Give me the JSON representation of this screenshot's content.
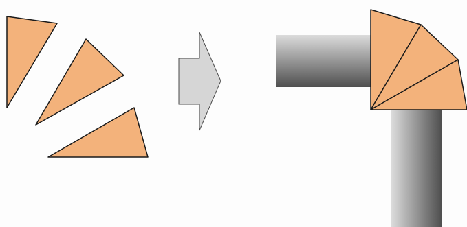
{
  "diagram": {
    "loose_pieces": [
      "triangle-piece",
      "triangle-piece",
      "triangle-piece"
    ],
    "arrow": "right-arrow",
    "assembled": [
      "horizontal-pipe",
      "vertical-pipe",
      "elbow-triangle",
      "elbow-triangle",
      "elbow-triangle"
    ]
  },
  "colors": {
    "background": "#fdfdfd",
    "piece_fill": "#f3b27b",
    "piece_stroke": "#1a1a1a",
    "arrow_fill": "#d6d6d6",
    "arrow_stroke": "#4a4a4a",
    "pipe_light": "#dcdcdc",
    "pipe_dark": "#4f4f4f"
  }
}
